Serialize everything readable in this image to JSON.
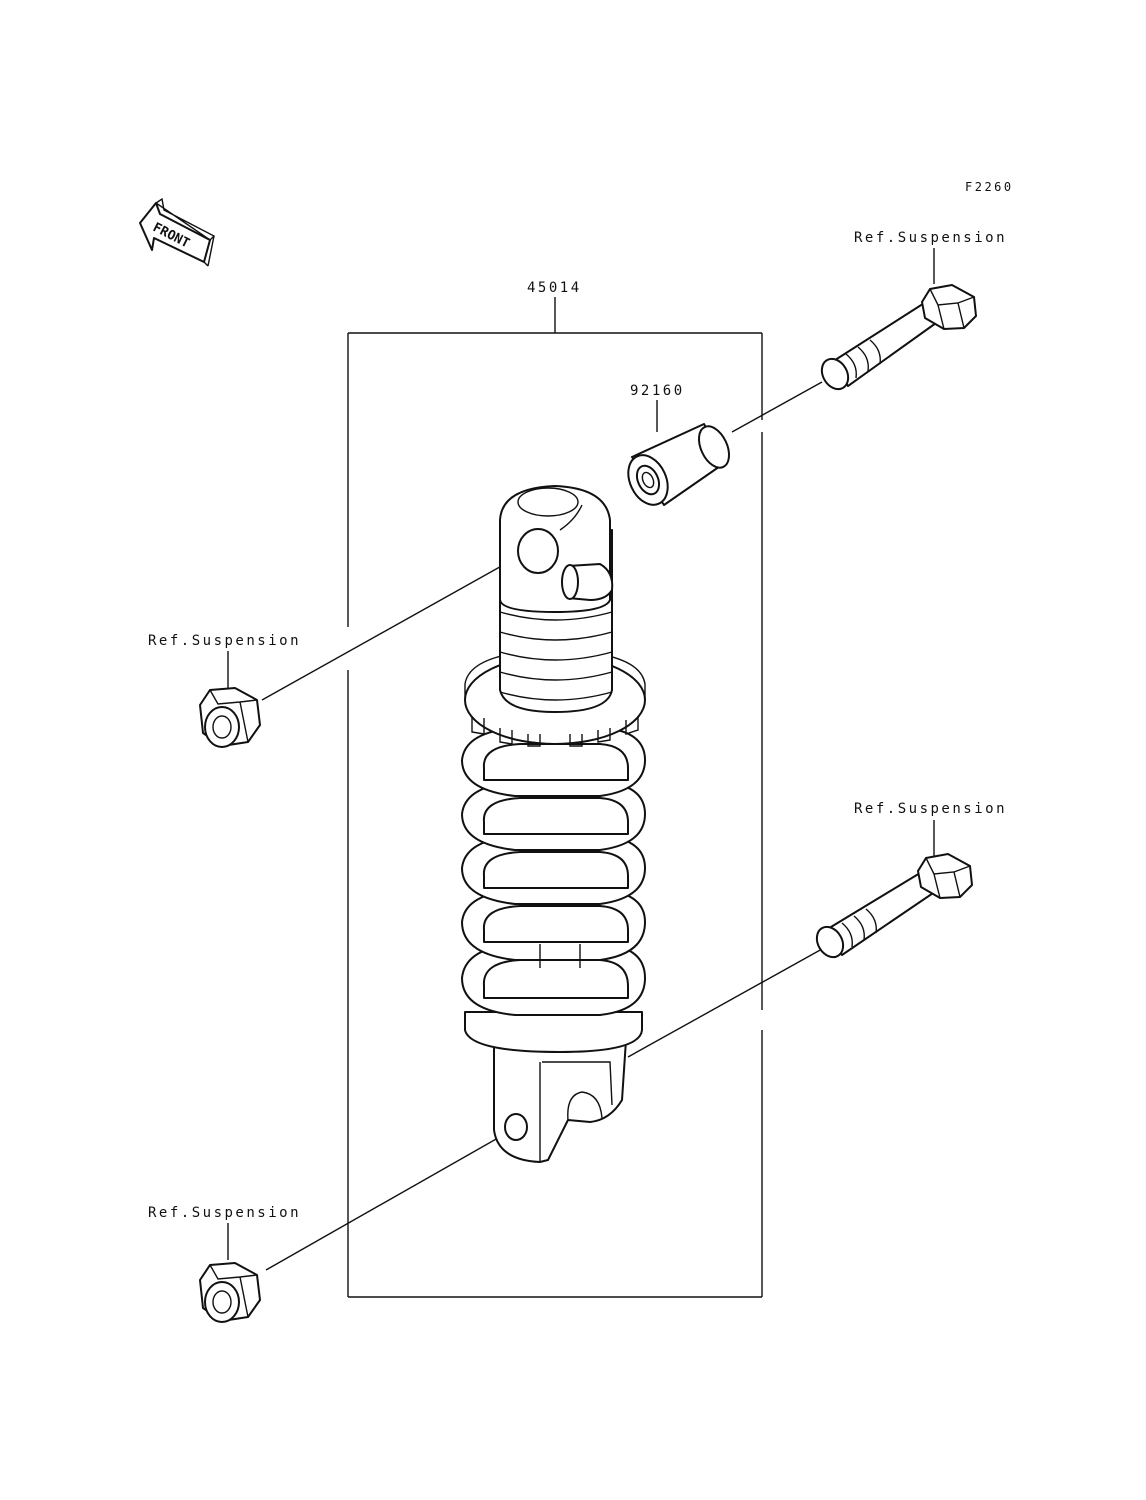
{
  "figure_id": "F2260",
  "front_indicator": "FRONT",
  "callouts": {
    "shock_absorber": "45014",
    "collar": "92160",
    "upper_bolt": "Ref.Suspension",
    "upper_nut": "Ref.Suspension",
    "lower_bolt": "Ref.Suspension",
    "lower_nut": "Ref.Suspension"
  }
}
